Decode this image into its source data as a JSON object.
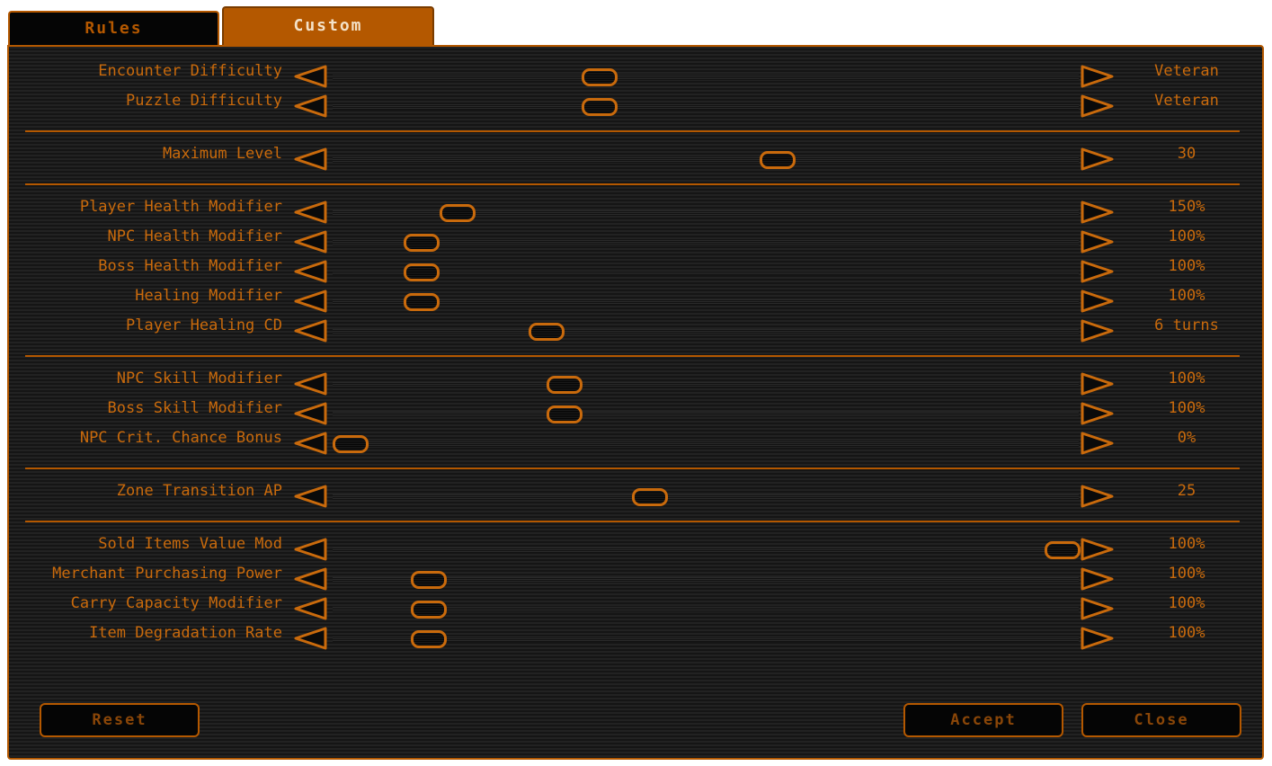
{
  "tabs": [
    {
      "label": "Rules",
      "active": false
    },
    {
      "label": "Custom",
      "active": true
    }
  ],
  "icons": {
    "left": "triangle-left-icon",
    "right": "triangle-right-icon"
  },
  "colors": {
    "accent": "#b45800",
    "text": "#c96a0c",
    "background": "#1c1c1c"
  },
  "settings": [
    {
      "label": "Encounter Difficulty",
      "value": "Veteran",
      "slider_fraction": 0.35
    },
    {
      "label": "Puzzle Difficulty",
      "value": "Veteran",
      "slider_fraction": 0.35
    },
    {
      "label": "Maximum Level",
      "value": "30",
      "slider_fraction": 0.6
    },
    {
      "label": "Player Health Modifier",
      "value": "150%",
      "slider_fraction": 0.15
    },
    {
      "label": "NPC Health Modifier",
      "value": "100%",
      "slider_fraction": 0.1
    },
    {
      "label": "Boss Health Modifier",
      "value": "100%",
      "slider_fraction": 0.1
    },
    {
      "label": "Healing Modifier",
      "value": "100%",
      "slider_fraction": 0.1
    },
    {
      "label": "Player Healing CD",
      "value": "6 turns",
      "slider_fraction": 0.275
    },
    {
      "label": "NPC Skill Modifier",
      "value": "100%",
      "slider_fraction": 0.3
    },
    {
      "label": "Boss Skill Modifier",
      "value": "100%",
      "slider_fraction": 0.3
    },
    {
      "label": "NPC Crit. Chance Bonus",
      "value": "0%",
      "slider_fraction": 0.0
    },
    {
      "label": "Zone Transition AP",
      "value": "25",
      "slider_fraction": 0.42
    },
    {
      "label": "Sold Items Value Mod",
      "value": "100%",
      "slider_fraction": 1.0
    },
    {
      "label": "Merchant Purchasing Power",
      "value": "100%",
      "slider_fraction": 0.11
    },
    {
      "label": "Carry Capacity Modifier",
      "value": "100%",
      "slider_fraction": 0.11
    },
    {
      "label": "Item Degradation Rate",
      "value": "100%",
      "slider_fraction": 0.11
    }
  ],
  "buttons": {
    "reset": "Reset",
    "accept": "Accept",
    "close": "Close"
  }
}
